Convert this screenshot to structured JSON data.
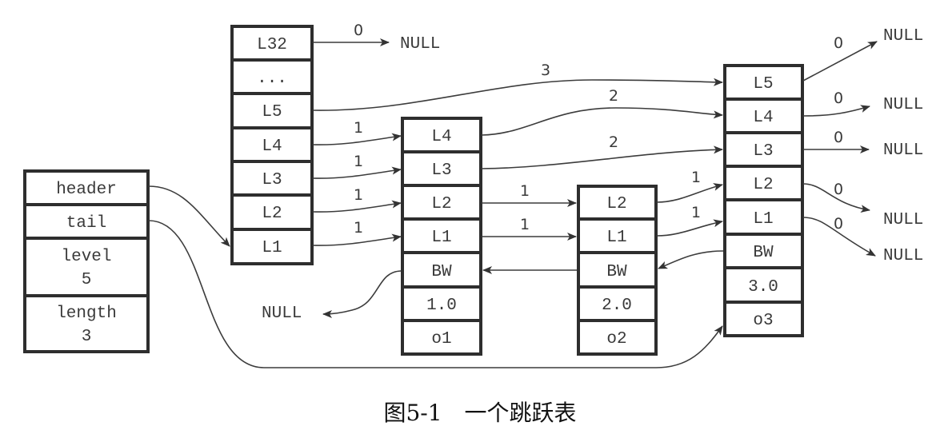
{
  "colors": {
    "stroke": "#2e2e2e",
    "text": "#3a3a3a",
    "background": "#ffffff"
  },
  "zskiplist": {
    "fields": [
      {
        "name": "header"
      },
      {
        "name": "tail"
      },
      {
        "name": "level",
        "value": "5"
      },
      {
        "name": "length",
        "value": "3"
      }
    ]
  },
  "header_node": {
    "levels": [
      "L32",
      "...",
      "L5",
      "L4",
      "L3",
      "L2",
      "L1"
    ]
  },
  "nodes": [
    {
      "levels": [
        "L4",
        "L3",
        "L2",
        "L1"
      ],
      "backward": "BW",
      "score": "1.0",
      "obj": "o1"
    },
    {
      "levels": [
        "L2",
        "L1"
      ],
      "backward": "BW",
      "score": "2.0",
      "obj": "o2"
    },
    {
      "levels": [
        "L5",
        "L4",
        "L3",
        "L2",
        "L1"
      ],
      "backward": "BW",
      "score": "3.0",
      "obj": "o3"
    }
  ],
  "null_label": "NULL",
  "spans": {
    "header_L32": "0",
    "header_L5": "3",
    "header_L4": "1",
    "header_L3": "1",
    "header_L2": "1",
    "header_L1": "1",
    "n1_L4": "2",
    "n1_L3": "2",
    "n1_L2": "1",
    "n1_L1": "1",
    "n2_L2": "1",
    "n2_L1": "1",
    "n3_L5": "0",
    "n3_L4": "0",
    "n3_L3": "0",
    "n3_L2": "0",
    "n3_L1": "0"
  },
  "caption": "图5-1　一个跳跃表"
}
